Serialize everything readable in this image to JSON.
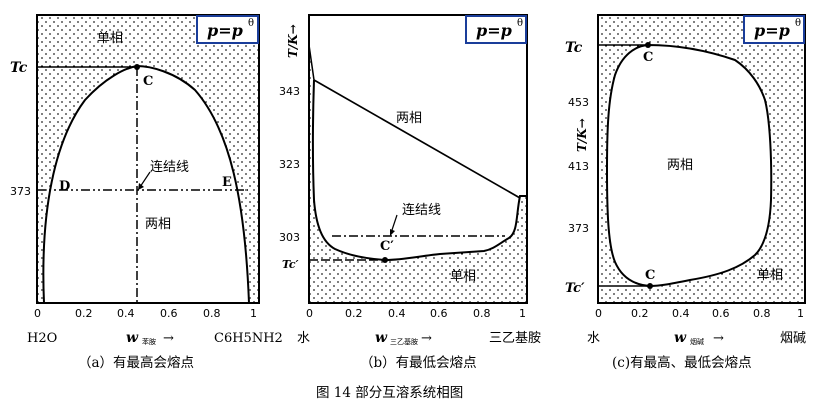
{
  "figure_caption": "图 14  部分互溶系统相图",
  "condition_label": "p=p",
  "condition_superscript": "θ",
  "panels": [
    {
      "caption": "（a）有最高会熔点",
      "left_component": "H2O",
      "right_component": "C6H5NH2",
      "xlabel_w": "w",
      "xlabel_sub": "苯胺",
      "xlabel_arrow": "→",
      "x_ticks": [
        "0",
        "0.2",
        "0.4",
        "0.6",
        "0.8",
        "1"
      ],
      "y_ticks": [
        "373"
      ],
      "tc_label": "Tc",
      "region_single": "单相",
      "region_two": "两相",
      "tie_line_label": "连结线",
      "point_c": "C",
      "point_d": "D",
      "point_e": "E"
    },
    {
      "caption": "（b）有最低会熔点",
      "left_component": "水",
      "right_component": "三乙基胺",
      "xlabel_w": "w",
      "xlabel_sub": "三乙基胺",
      "xlabel_arrow": "→",
      "ylabel": "T/K→",
      "x_ticks": [
        "0",
        "0.2",
        "0.4",
        "0.6",
        "0.8",
        "1"
      ],
      "y_ticks": [
        "343",
        "323",
        "303"
      ],
      "tc_label": "Tc′",
      "region_single": "单相",
      "region_two": "两相",
      "tie_line_label": "连结线",
      "point_c": "C′"
    },
    {
      "caption": "(c)有最高、最低会熔点",
      "left_component": "水",
      "right_component": "烟碱",
      "xlabel_w": "w",
      "xlabel_sub": "烟碱",
      "xlabel_arrow": "→",
      "ylabel": "T/K→",
      "x_ticks": [
        "0",
        "0.2",
        "0.4",
        "0.6",
        "0.8",
        "1"
      ],
      "y_ticks": [
        "453",
        "413",
        "373"
      ],
      "tc_label_top": "Tc",
      "tc_label_bottom": "Tc′",
      "region_single": "单相",
      "region_two": "两相",
      "point_c_top": "C",
      "point_c_bottom": "C"
    }
  ],
  "chart_data": [
    {
      "type": "phase-diagram",
      "x_range": [
        0,
        1
      ],
      "y_ticks": [
        373
      ],
      "critical_point": {
        "x": 0.46
      },
      "tie_line_y": 373,
      "tie_line_ends_x": [
        0.1,
        0.92
      ]
    },
    {
      "type": "phase-diagram",
      "x_range": [
        0,
        1
      ],
      "y_ticks": [
        343,
        323,
        303
      ],
      "critical_point": {
        "x": 0.35
      }
    },
    {
      "type": "phase-diagram",
      "x_range": [
        0,
        1
      ],
      "y_ticks": [
        453,
        413,
        373
      ],
      "critical_points": [
        {
          "x": 0.29
        },
        {
          "x": 0.29
        }
      ]
    }
  ]
}
